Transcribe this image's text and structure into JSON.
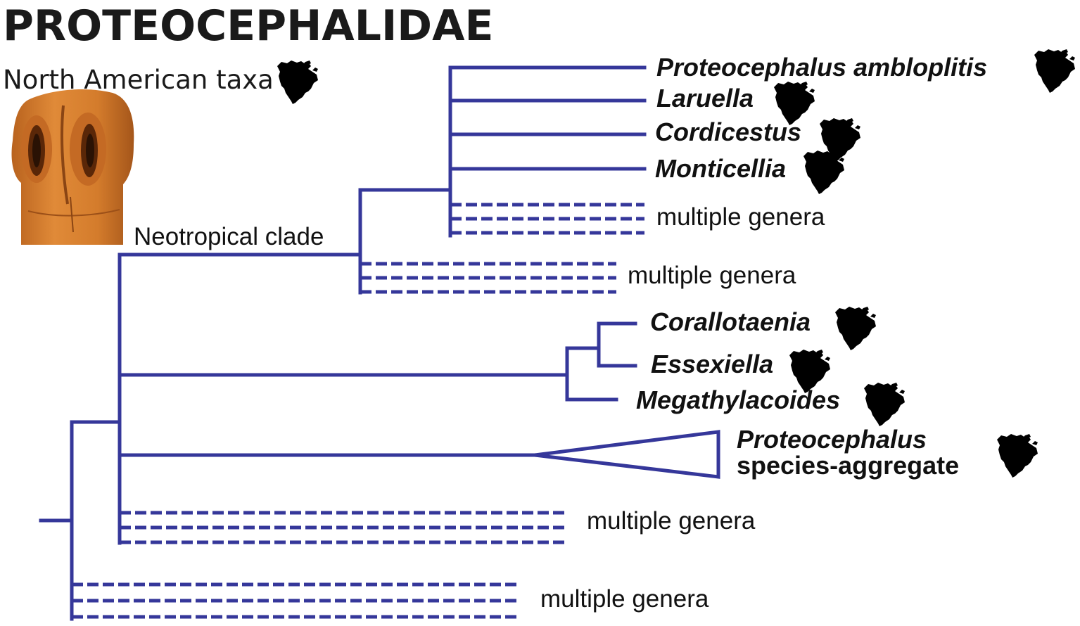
{
  "title": "PROTEOCEPHALIDAE",
  "legend": {
    "label": "North American taxa",
    "icon": "north-america-silhouette-icon"
  },
  "photo": {
    "icon": "tapeworm-scolex-photo",
    "colors": {
      "body": "#d07a2a",
      "shadow": "#7a3a10",
      "highlight": "#eaa460"
    }
  },
  "colors": {
    "branch": "#35379a",
    "text": "#111111"
  },
  "tree": {
    "clade_label": "Neotropical clade",
    "taxa": [
      {
        "name": "Proteocephalus amblopliti s",
        "north_american": true
      },
      {
        "name": "Laruella",
        "north_american": true
      },
      {
        "name": "Cordicestus",
        "north_american": true
      },
      {
        "name": "Monticellia",
        "north_american": true
      },
      {
        "name": "Corallotaenia",
        "north_american": true
      },
      {
        "name": "Essexiella",
        "north_american": true
      },
      {
        "name": "Megathylacoides",
        "north_american": true
      }
    ],
    "aggregate": {
      "line1": "Proteocephalus",
      "line2": "species-aggregate",
      "north_american": true
    },
    "multiple_genera": [
      "multiple genera",
      "multiple genera",
      "multiple genera",
      "multiple genera"
    ]
  }
}
